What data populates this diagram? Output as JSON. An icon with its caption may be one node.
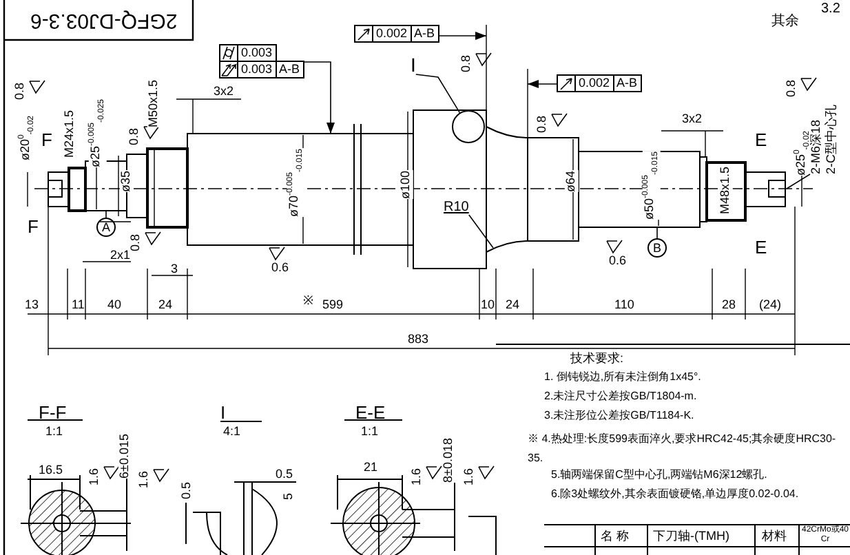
{
  "diagram": {
    "nodes": [
      {
        "text": [
          "0.003",
          "0.003",
          "A-B"
        ]
      },
      {
        "text": [
          "0.002",
          "A-B"
        ]
      },
      {
        "text": [
          "I"
        ]
      },
      {
        "text": [],
        "shape": "circle"
      },
      {
        "text": [
          "R10"
        ]
      },
      {
        "text": [
          "0.002",
          "A-B"
        ]
      },
      {
        "text": [
          "A"
        ]
      },
      {
        "text": [
          "B"
        ]
      },
      {
        "text": [
          "2-M6深18",
          "2-C型中心孔"
        ]
      },
      {
        "text": [],
        "shape": "box"
      },
      {
        "text": [],
        "shape": "box"
      }
    ],
    "edges": [
      {
        "from": 0,
        "to": 9,
        "arrow": "to"
      },
      {
        "from": 1,
        "to": null,
        "arrow": "to"
      },
      {
        "from": 2,
        "to": 3,
        "arrow": "none"
      },
      {
        "from": 4,
        "to": null,
        "arrow": "none"
      },
      {
        "from": 5,
        "to": null,
        "arrow": "to"
      },
      {
        "from": 6,
        "to": null,
        "arrow": "none"
      },
      {
        "from": 7,
        "to": 10,
        "arrow": "none"
      },
      {
        "from": 8,
        "to": null,
        "arrow": "none"
      }
    ],
    "labels": [
      "2GFQ-DJ03.3-6",
      "其余",
      "3.2",
      "0.8",
      "ø20$^{0}$$_{-0.02}$",
      "F",
      "M24x1.5",
      "ø25$^{-0.005}$$_{-0.025}$",
      "0.8",
      "M50x1.5",
      "3x2",
      "ø35",
      "F",
      "0.8",
      "2x1",
      "3",
      "ø70$^{-0.005}$$_{-0.015}$",
      "0.6",
      "ø100",
      "0.8",
      "0.8",
      "ø64",
      "ø50$^{-0.005}$$_{-0.015}$",
      "0.6",
      "3x2",
      "E",
      "M48x1.5",
      "E",
      "0.8",
      "ø25$^{0}$$_{-0.02}$",
      "13",
      "11",
      "40",
      "24",
      "※",
      "599",
      "10",
      "24",
      "110",
      "28",
      "(24)",
      "883",
      "F-F",
      "1:1",
      "16.5",
      "1.6",
      "6±0.015",
      "1.6",
      "I",
      "4:1",
      "0.5",
      "0.5",
      "5",
      "E-E",
      "1:1",
      "21",
      "1.6",
      "8±0.018",
      "1.6",
      "技术要求:",
      "1. 倒钝锐边,所有未注倒角1x45°.",
      "2.未注尺寸公差按GB/T1804-m.",
      "3.未注形位公差按GB/T1184-K.",
      "※ 4.热处理:长度599表面淬火,要求HRC42-45;其余硬度HRC30-35.",
      "5.轴两端保留C型中心孔,两端钻M6深12螺孔.",
      "6.除3处螺纹外,其余表面镀硬铬,单边厚度0.02-0.04.",
      "名 称",
      "下刀轴-(TMH)",
      "材料",
      "42CrMo或40Cr"
    ]
  }
}
